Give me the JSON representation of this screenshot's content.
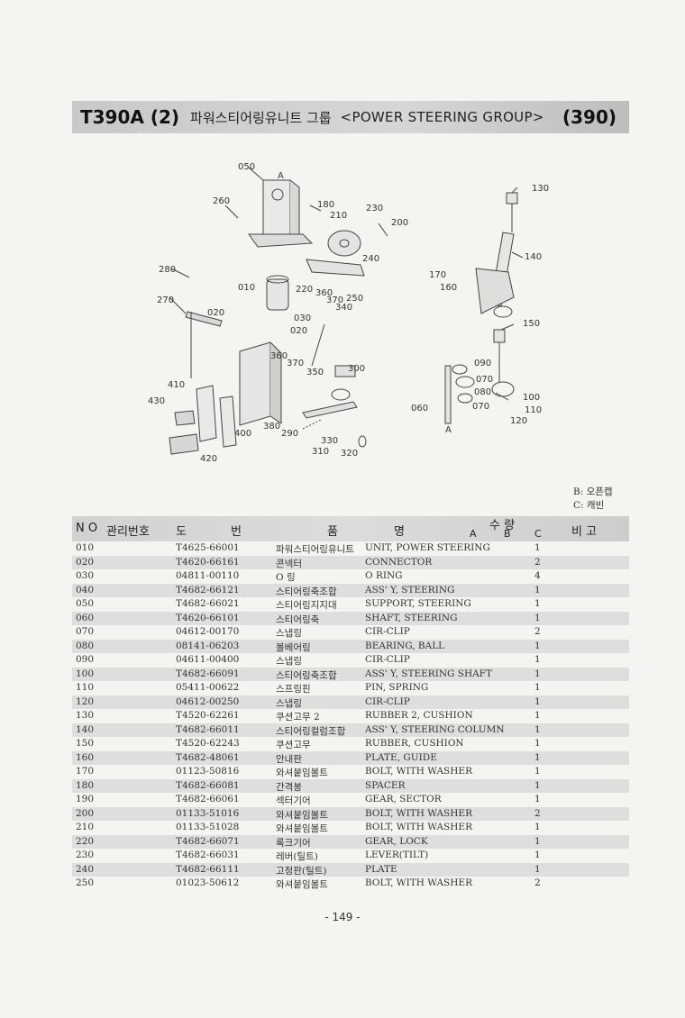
{
  "header": {
    "code": "T390A (2)",
    "title_kor": "파워스티어링유니트 그룹",
    "title_eng": "<POWER STEERING GROUP>",
    "page_ref": "(390)"
  },
  "diagram_labels": [
    "050",
    "A",
    "130",
    "260",
    "180",
    "210",
    "230",
    "200",
    "240",
    "140",
    "280",
    "010",
    "220",
    "360",
    "370",
    "250",
    "340",
    "170",
    "160",
    "270",
    "020",
    "030",
    "020",
    "150",
    "360",
    "370",
    "350",
    "300",
    "090",
    "070",
    "080",
    "100",
    "410",
    "060",
    "070",
    "110",
    "120",
    "430",
    "380",
    "290",
    "400",
    "330",
    "310",
    "320",
    "420",
    "A"
  ],
  "legend": [
    "B: 오픈캡",
    "C: 캐빈"
  ],
  "table": {
    "headers": {
      "no": "N O",
      "mgmt": "관리번호",
      "do": "도",
      "beon": "번",
      "pum": "품",
      "myeong": "명",
      "qty": "수 량",
      "qty_a": "A",
      "qty_b": "B",
      "qty_c": "C",
      "remark": "비 고"
    },
    "rows": [
      {
        "no": "010",
        "part": "T4625-66001",
        "kor": "파워스티어링유니트",
        "eng": "UNIT, POWER STEERING",
        "qty": "1"
      },
      {
        "no": "020",
        "part": "T4620-66161",
        "kor": "콘넥터",
        "eng": "CONNECTOR",
        "qty": "2"
      },
      {
        "no": "030",
        "part": "04811-00110",
        "kor": "O 링",
        "eng": "O RING",
        "qty": "4"
      },
      {
        "no": "040",
        "part": "T4682-66121",
        "kor": "스티어링축조합",
        "eng": "ASS' Y, STEERING",
        "qty": "1"
      },
      {
        "no": "050",
        "part": "T4682-66021",
        "kor": "스티어링지지대",
        "eng": "SUPPORT, STEERING",
        "qty": "1"
      },
      {
        "no": "060",
        "part": "T4620-66101",
        "kor": "스티어링축",
        "eng": "SHAFT, STEERING",
        "qty": "1"
      },
      {
        "no": "070",
        "part": "04612-00170",
        "kor": "스냅링",
        "eng": "CIR-CLIP",
        "qty": "2"
      },
      {
        "no": "080",
        "part": "08141-06203",
        "kor": "볼베어링",
        "eng": "BEARING, BALL",
        "qty": "1"
      },
      {
        "no": "090",
        "part": "04611-00400",
        "kor": "스냅링",
        "eng": "CIR-CLIP",
        "qty": "1"
      },
      {
        "no": "100",
        "part": "T4682-66091",
        "kor": "스티어링축조합",
        "eng": "ASS' Y, STEERING SHAFT",
        "qty": "1"
      },
      {
        "no": "110",
        "part": "05411-00622",
        "kor": "스프링핀",
        "eng": "PIN, SPRING",
        "qty": "1"
      },
      {
        "no": "120",
        "part": "04612-00250",
        "kor": "스냅링",
        "eng": "CIR-CLIP",
        "qty": "1"
      },
      {
        "no": "130",
        "part": "T4520-62261",
        "kor": "쿠션고무 2",
        "eng": "RUBBER 2, CUSHION",
        "qty": "1"
      },
      {
        "no": "140",
        "part": "T4682-66011",
        "kor": "스티어링컬럼조합",
        "eng": "ASS' Y, STEERING COLUMN",
        "qty": "1"
      },
      {
        "no": "150",
        "part": "T4520-62243",
        "kor": "쿠션고무",
        "eng": "RUBBER, CUSHION",
        "qty": "1"
      },
      {
        "no": "160",
        "part": "T4682-48061",
        "kor": "안내판",
        "eng": "PLATE, GUIDE",
        "qty": "1"
      },
      {
        "no": "170",
        "part": "01123-50816",
        "kor": "와셔붙임볼트",
        "eng": "BOLT, WITH WASHER",
        "qty": "1"
      },
      {
        "no": "180",
        "part": "T4682-66081",
        "kor": "간격봉",
        "eng": "SPACER",
        "qty": "1"
      },
      {
        "no": "190",
        "part": "T4682-66061",
        "kor": "섹터기어",
        "eng": "GEAR, SECTOR",
        "qty": "1"
      },
      {
        "no": "200",
        "part": "01133-51016",
        "kor": "와셔붙임볼트",
        "eng": "BOLT, WITH WASHER",
        "qty": "2"
      },
      {
        "no": "210",
        "part": "01133-51028",
        "kor": "와셔붙임볼트",
        "eng": "BOLT, WITH WASHER",
        "qty": "1"
      },
      {
        "no": "220",
        "part": "T4682-66071",
        "kor": "록크기어",
        "eng": "GEAR, LOCK",
        "qty": "1"
      },
      {
        "no": "230",
        "part": "T4682-66031",
        "kor": "레버(틸트)",
        "eng": "LEVER(TILT)",
        "qty": "1"
      },
      {
        "no": "240",
        "part": "T4682-66111",
        "kor": "고정판(틸트)",
        "eng": "PLATE",
        "qty": "1"
      },
      {
        "no": "250",
        "part": "01023-50612",
        "kor": "와셔붙임볼트",
        "eng": "BOLT, WITH WASHER",
        "qty": "2"
      }
    ]
  },
  "footer": {
    "page_number": "- 149 -"
  }
}
